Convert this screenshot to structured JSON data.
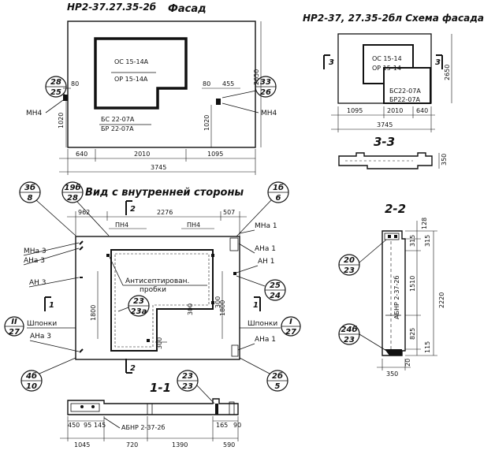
{
  "facade": {
    "title": "НР2-37.27.35-2б",
    "title_word": "Фасад",
    "opening_top": [
      "ОС 15-14А",
      "ОР 15-14А"
    ],
    "opening_bottom": [
      "БС 22-07А",
      "БР 22-07А"
    ],
    "callout_left": [
      "28",
      "25"
    ],
    "callout_right": [
      "33",
      "26"
    ],
    "mn4_left": "МН4",
    "mn4_right": "МН4",
    "dim_left_80": "80",
    "dim_right_80": "80",
    "dim_right_455": "455",
    "dim_left_1020": "1020",
    "dim_right_1020": "1020",
    "dim_height": "2650",
    "dims_bottom": [
      "640",
      "2010",
      "1095"
    ],
    "dim_total": "3745"
  },
  "scheme": {
    "title": "НР2-37, 27.35-2бл Схема фасада",
    "opening_top": [
      "ОС 15-14",
      "ОР 15-14"
    ],
    "opening_bottom": [
      "БС22-07А",
      "БР22-07А"
    ],
    "section_mark_left": "3",
    "section_mark_right": "3",
    "dim_height": "2650",
    "dims_bottom": [
      "1095",
      "2010",
      "640"
    ],
    "dim_total": "3745"
  },
  "section33": {
    "title": "3-3",
    "dim_height": "350"
  },
  "inner": {
    "title": "Вид с внутренней стороны",
    "callout_tl": [
      "3б",
      "8"
    ],
    "callout_19": [
      "19б",
      "28"
    ],
    "callout_tr": [
      "1б",
      "6"
    ],
    "dims_top": [
      "962",
      "2276",
      "507"
    ],
    "pn4_left": "ПН4",
    "pn4_right": "ПН4",
    "section_mark_top": "2",
    "section_mark_bottom": "2",
    "labels_left": [
      "МНа 3",
      "АНа 3",
      "АН 3",
      "АНа 3"
    ],
    "labels_right": [
      "МНа 1",
      "АНа 1",
      "АН 1",
      "АНа 1"
    ],
    "section_mark_left": "1",
    "section_mark_right": "1",
    "shponki_left": "Шпонки",
    "shponki_right": "Шпонки",
    "callout_ii": [
      "II",
      "27"
    ],
    "callout_i": [
      "I",
      "27"
    ],
    "callout_25": [
      "25",
      "24"
    ],
    "callout_23a": [
      "23",
      "23а"
    ],
    "antisept": [
      "Антисептирован.",
      "пробки"
    ],
    "dim_left": "1800",
    "dim_right": "1800",
    "dim_300_a": "300",
    "dim_300_b": "300",
    "dim_300_c": "300",
    "callout_4b": [
      "4б",
      "10"
    ],
    "callout_2b": [
      "2б",
      "5"
    ]
  },
  "section11": {
    "title": "1-1",
    "callout": [
      "23",
      "23"
    ],
    "mark": "АБНР 2-37-2б",
    "dims_small": [
      "450",
      "95",
      "145"
    ],
    "dim_165": "165",
    "dim_90": "90",
    "dims_bottom": [
      "1045",
      "720",
      "1390",
      "590"
    ]
  },
  "section22": {
    "title": "2-2",
    "callout_20": [
      "20",
      "23"
    ],
    "callout_24": [
      "24б",
      "23"
    ],
    "mark": "АБНР 2-37-2б",
    "dims_right": [
      "128",
      "315",
      "315",
      "1510",
      "825",
      "115"
    ],
    "dim_total": "2220",
    "dim_350": "350",
    "dim_20": "20"
  }
}
